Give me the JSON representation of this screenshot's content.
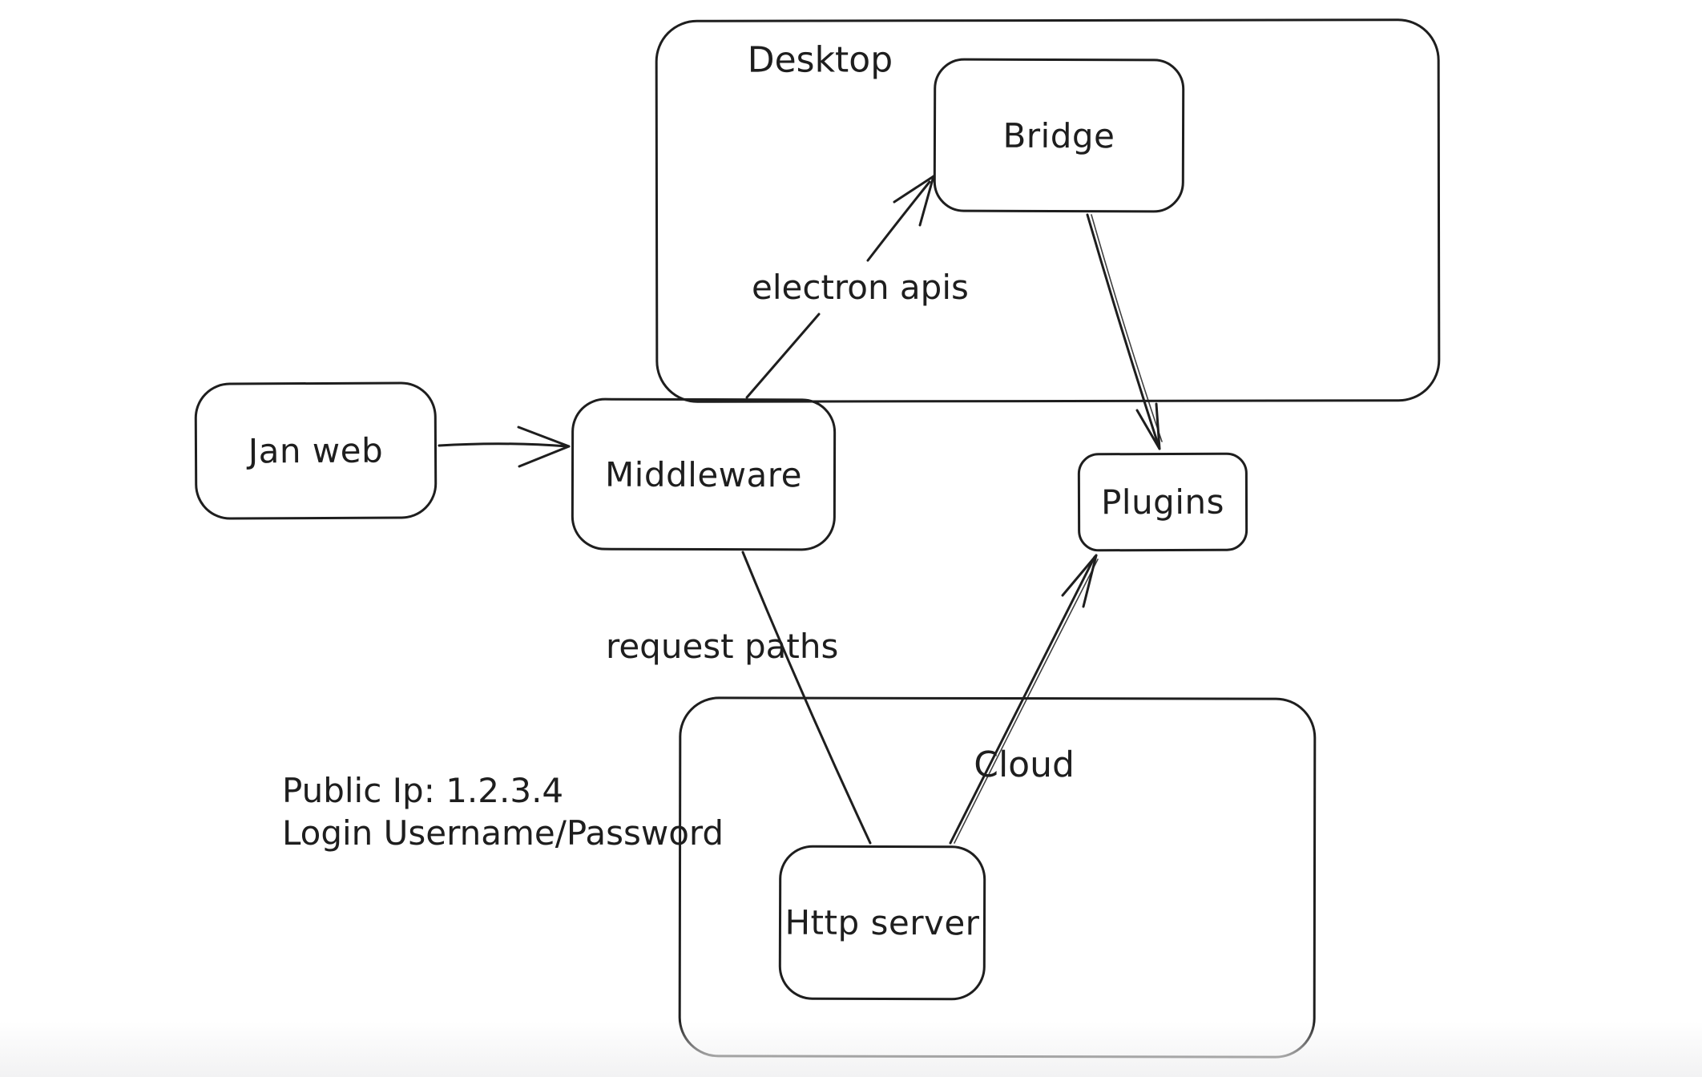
{
  "diagram": {
    "nodes": {
      "desktop": {
        "label": "Desktop",
        "type": "container"
      },
      "bridge": {
        "label": "Bridge",
        "type": "box"
      },
      "jan_web": {
        "label": "Jan web",
        "type": "box"
      },
      "middleware": {
        "label": "Middleware",
        "type": "box"
      },
      "plugins": {
        "label": "Plugins",
        "type": "box"
      },
      "cloud": {
        "label": "Cloud",
        "type": "container"
      },
      "http_server": {
        "label": "Http server",
        "type": "box"
      }
    },
    "edges": {
      "jan_web_to_middleware": {
        "from": "jan_web",
        "to": "middleware",
        "arrowhead": true,
        "label": ""
      },
      "middleware_to_bridge": {
        "from": "middleware",
        "to": "bridge",
        "arrowhead": true,
        "label": "electron apis"
      },
      "bridge_to_plugins": {
        "from": "bridge",
        "to": "plugins",
        "arrowhead": true,
        "label": ""
      },
      "middleware_to_http_server": {
        "from": "middleware",
        "to": "http_server",
        "arrowhead": false,
        "label": "request paths"
      },
      "http_server_to_plugins": {
        "from": "http_server",
        "to": "plugins",
        "arrowhead": true,
        "label": ""
      }
    },
    "annotations": {
      "public_ip": "Public Ip: 1.2.3.4",
      "login": "Login Username/Password"
    },
    "colors": {
      "stroke": "#1e1e1e",
      "background": "#ffffff",
      "bottom_fade": "#f2f2f3"
    }
  }
}
